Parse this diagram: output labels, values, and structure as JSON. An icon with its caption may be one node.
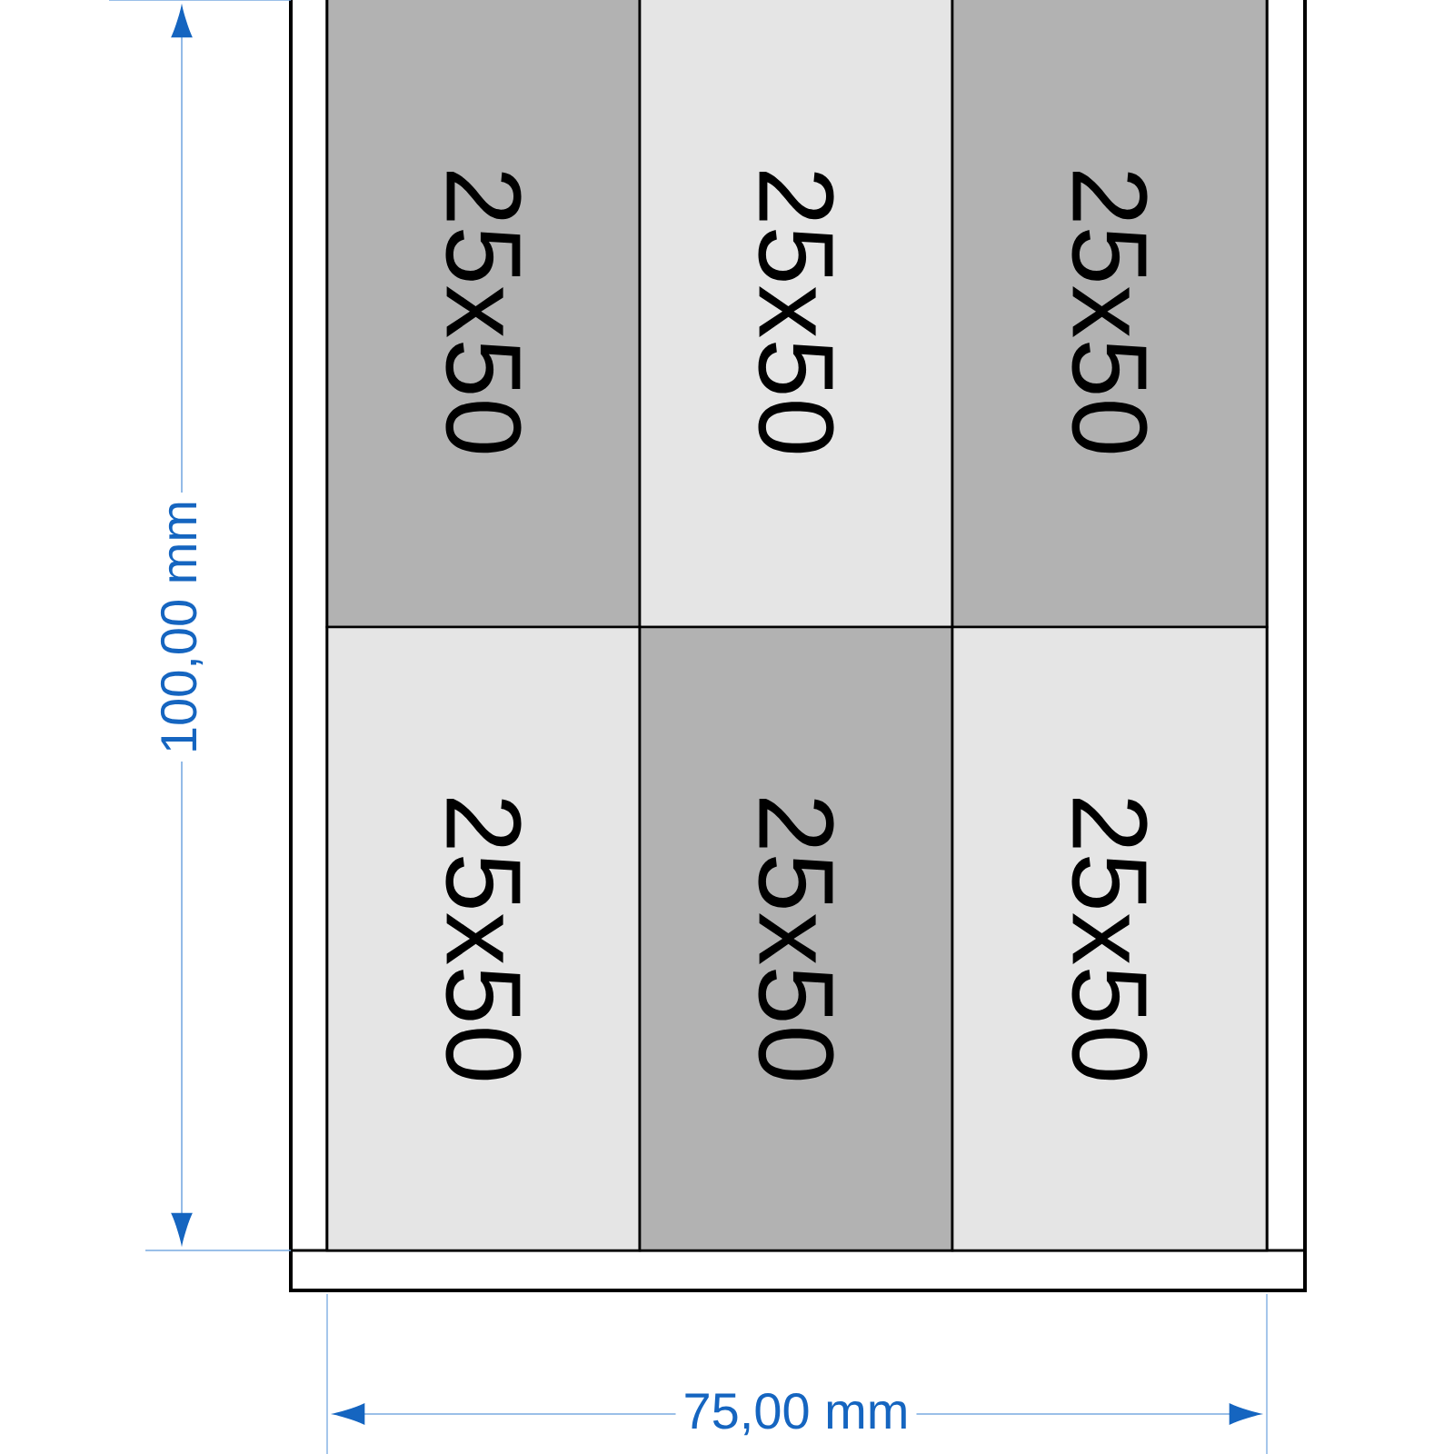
{
  "diagram": {
    "nodes": [
      {
        "text": [
          "25x50"
        ]
      },
      {
        "text": [
          "25x50"
        ]
      },
      {
        "text": [
          "25x50"
        ]
      },
      {
        "text": [
          "25x50"
        ]
      },
      {
        "text": [
          "25x50"
        ]
      },
      {
        "text": [
          "25x50"
        ]
      }
    ],
    "labels": [
      "100,00 mm",
      "75,00 mm"
    ]
  }
}
